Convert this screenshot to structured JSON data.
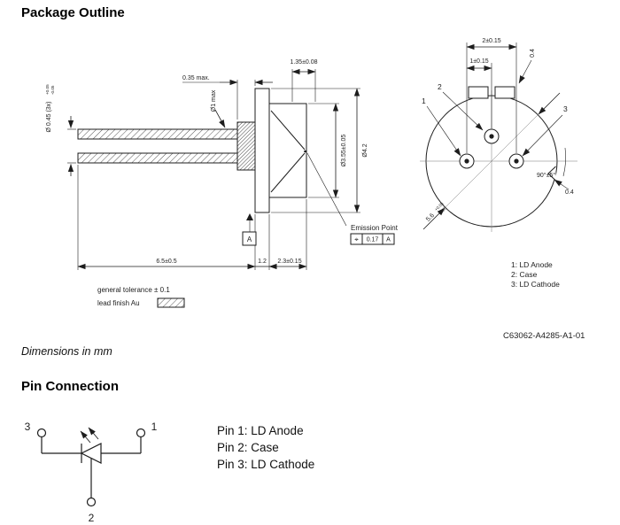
{
  "page": {
    "title": "Package Outline",
    "dimensions_note": "Dimensions in mm",
    "doc_number": "C63062-A4285-A1-01"
  },
  "side_view": {
    "dim_035": "0.35 max.",
    "dim_135": "1.35±0.08",
    "dim_d1max": "Ø1 max",
    "dim_lead_dia": "Ø 0.45 (3x)",
    "dim_lead_tol_plus": "+0.05",
    "dim_lead_tol_minus": "-0.05",
    "dim_d355": "Ø3.55±0.05",
    "dim_d42": "Ø4.2",
    "dim_65": "6.5±0.5",
    "dim_12": "1.2",
    "dim_23": "2.3±0.15",
    "emission_point_label": "Emission Point",
    "fcf": {
      "symbol": "⌖",
      "value": "0.17",
      "datum": "A"
    },
    "datum_flag": "A",
    "note_general_tolerance": "general tolerance ± 0.1",
    "note_lead_finish": "lead finish Au"
  },
  "front_view": {
    "dim_pin_span": "2±0.15",
    "dim_pin_offset": "1±0.15",
    "dim_tab_width": "0.4",
    "dim_can_dia": "5.6",
    "dim_can_tol_plus": "+0.05",
    "dim_can_tol_minus": "-0.05",
    "dim_notch_angle": "90°±5°",
    "dim_notch_width": "0.4",
    "pin_labels": {
      "pin1": "1",
      "pin2": "2",
      "pin3": "3"
    },
    "legend": [
      "1: LD Anode",
      "2: Case",
      "3: LD Cathode"
    ]
  },
  "pin_connection": {
    "title": "Pin Connection",
    "pin_left": "3",
    "pin_right": "1",
    "pin_bottom": "2",
    "legend": [
      "Pin 1: LD Anode",
      "Pin 2: Case",
      "Pin 3: LD Cathode"
    ]
  },
  "colors": {
    "ink": "#1d1d1d",
    "background": "#ffffff"
  }
}
